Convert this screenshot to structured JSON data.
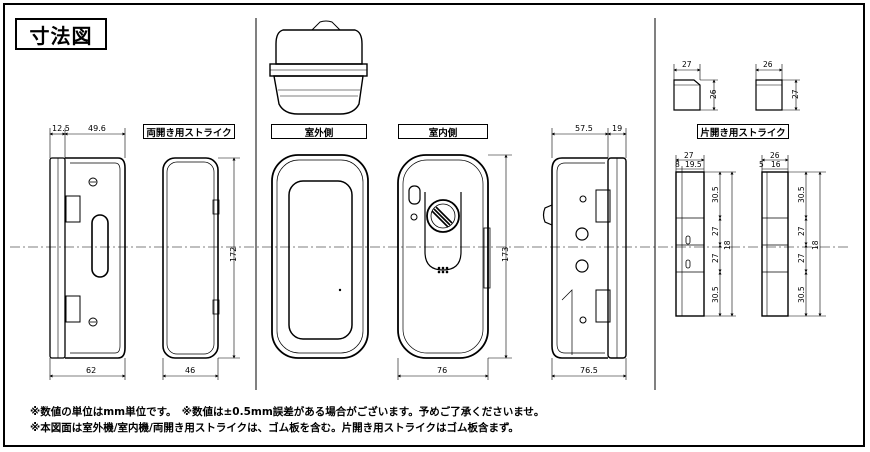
{
  "title": "寸法図",
  "labels": {
    "double_strike": "両開き用ストライク",
    "outdoor": "室外側",
    "indoor": "室内側",
    "single_strike": "片開き用ストライク"
  },
  "dims": {
    "d12_5": "12.5",
    "d49_6": "49.6",
    "d62": "62",
    "d46": "46",
    "d172": "172",
    "d173": "173",
    "d76": "76",
    "d57_5": "57.5",
    "d19": "19",
    "d76_5": "76.5",
    "sa_w": "27",
    "sa_h": "26",
    "sb_w": "26",
    "sb_h": "27",
    "ss_w27": "27",
    "ss_8": "8",
    "ss_19_5": "19.5",
    "ss_w26": "26",
    "ss_5": "5",
    "ss_16": "16",
    "ss_30_5a": "30.5",
    "ss_27a": "27",
    "ss_18": "18",
    "ss_27b": "27",
    "ss_30_5b": "30.5"
  },
  "notes": {
    "line1": "※数値の単位はmm単位です。　※数値は±0.5mm誤差がある場合がございます。予めご了承くださいませ。",
    "line2": "※本図面は室外機/室内機/両開き用ストライクは、ゴム板を含む。片開き用ストライクはゴム板含まず。"
  }
}
